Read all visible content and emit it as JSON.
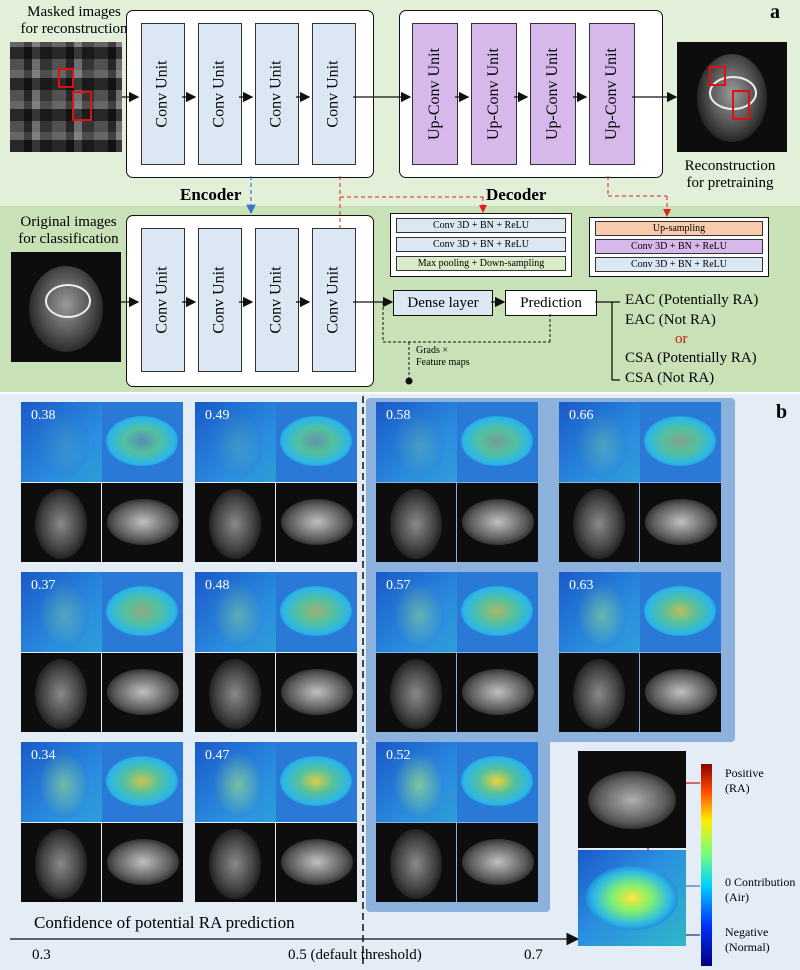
{
  "panel_a": {
    "label": "a",
    "masked_caption": [
      "Masked images",
      "for reconstruction"
    ],
    "original_caption": [
      "Original images",
      "for classification"
    ],
    "recon_caption": [
      "Reconstruction",
      "for pretraining"
    ],
    "encoder": "Encoder",
    "decoder": "Decoder",
    "conv_unit": "Conv Unit",
    "upconv_unit": "Up-Conv Unit",
    "encoder_legend": [
      "Conv 3D + BN + ReLU",
      "Conv 3D + BN + ReLU",
      "Max pooling + Down-sampling"
    ],
    "decoder_legend": [
      "Up-sampling",
      "Conv 3D + BN + ReLU",
      "Conv 3D + BN + ReLU"
    ],
    "dense_layer": "Dense layer",
    "prediction": "Prediction",
    "grads": [
      "Grads ×",
      "Feature maps"
    ],
    "outcomes": [
      "EAC (Potentially RA)",
      "EAC (Not RA)",
      "or",
      "CSA (Potentially RA)",
      "CSA (Not RA)"
    ],
    "colors": {
      "conv": "#dbe8f4",
      "upconv": "#d7b8ea",
      "upsample": "#f8cbad",
      "green": "#c9e1b7",
      "red_arrow": "#e0201b",
      "blue_arrow": "#3e74c4"
    }
  },
  "panel_b": {
    "label": "b",
    "scores": [
      "0.38",
      "0.49",
      "0.58",
      "0.66",
      "0.37",
      "0.48",
      "0.57",
      "0.63",
      "0.34",
      "0.47",
      "0.52"
    ],
    "axis_title": "Confidence of potential RA prediction",
    "ticks": [
      "0.3",
      "0.5 (default threshold)",
      "0.7"
    ],
    "colorbar": {
      "positive": [
        "Positive",
        "(RA)"
      ],
      "zero": [
        "0 Contribution",
        "(Air)"
      ],
      "negative": [
        "Negative",
        "(Normal)"
      ]
    }
  }
}
